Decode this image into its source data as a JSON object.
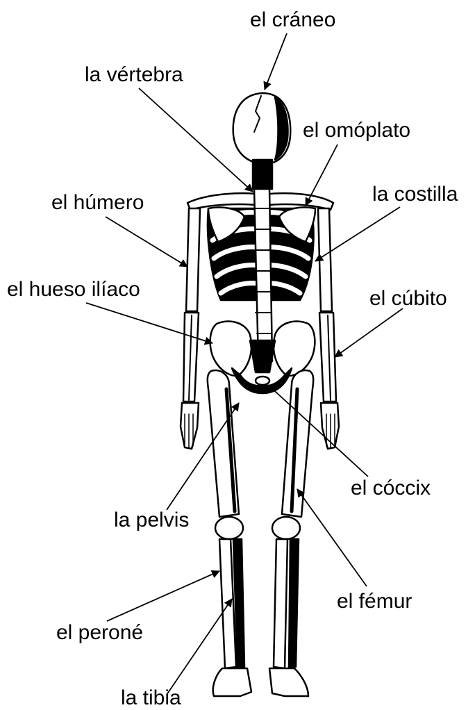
{
  "labels": {
    "craneo": "el cráneo",
    "vertebra": "la vértebra",
    "omoplato": "el omóplato",
    "humero": "el húmero",
    "costilla": "la costilla",
    "hueso_iliaco": "el hueso ilíaco",
    "cubito": "el cúbito",
    "coccix": "el cóccix",
    "pelvis": "la pelvis",
    "femur": "el fémur",
    "perone": "el peroné",
    "tibia": "la tibia"
  },
  "colors": {
    "ink": "#000000",
    "bone": "#ffffff"
  }
}
